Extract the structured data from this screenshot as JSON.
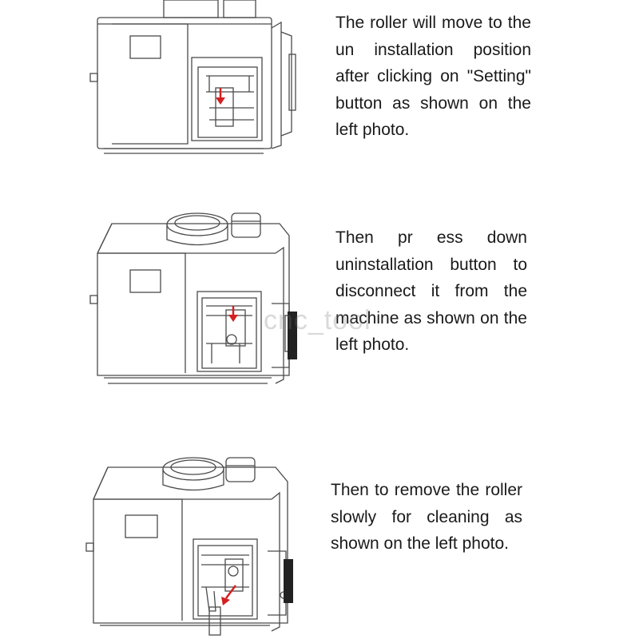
{
  "steps": [
    {
      "text": "The roller will move to the un installation position after clicking on \"Setting\" button as shown on the left photo."
    },
    {
      "text": "Then pr ess down uninstallation button to disconnect it from the machine as shown on the left photo."
    },
    {
      "text": "Then to remove the roller slowly for cleaning as shown on the left photo."
    }
  ],
  "watermark": "cnc_tool",
  "colors": {
    "line": "#4a4a4a",
    "arrow": "#d42020"
  },
  "icons": [
    "machine-illustration",
    "red-arrow-icon"
  ]
}
